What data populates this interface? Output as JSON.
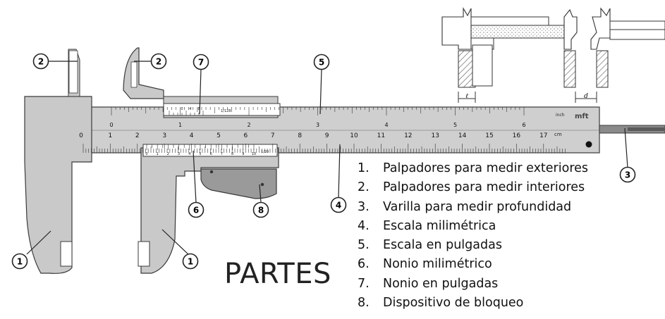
{
  "title": "PARTES",
  "parts": [
    {
      "num": "1.",
      "label": "Palpadores para medir exteriores"
    },
    {
      "num": "2.",
      "label": "Palpadores para medir interiores"
    },
    {
      "num": "3.",
      "label": "Varilla para medir profundidad"
    },
    {
      "num": "4.",
      "label": "Escala milimétrica"
    },
    {
      "num": "5.",
      "label": "Escala en pulgadas"
    },
    {
      "num": "6.",
      "label": "Nonio milimétrico"
    },
    {
      "num": "7.",
      "label": "Nonio en pulgadas"
    },
    {
      "num": "8.",
      "label": "Dispositivo de bloqueo"
    }
  ],
  "callouts": {
    "c1a": "1",
    "c1b": "1",
    "c2a": "2",
    "c2b": "2",
    "c3": "3",
    "c4": "4",
    "c5": "5",
    "c6": "6",
    "c7": "7",
    "c8": "8"
  },
  "mm_scale_labels": [
    "0",
    "1",
    "2",
    "3",
    "4",
    "5",
    "6",
    "7",
    "8",
    "9",
    "10",
    "11",
    "12",
    "13",
    "14",
    "15",
    "16",
    "17"
  ],
  "mm_unit": "cm",
  "inch_scale_labels": [
    "0",
    "1",
    "2",
    "3",
    "4",
    "5",
    "6"
  ],
  "inch_unit": "inch",
  "brand": "mft",
  "vernier_inch_labels": [
    "0",
    "4",
    "8"
  ],
  "vernier_inch_ratio": "1/128",
  "vernier_mm_labels": [
    "0",
    "1",
    "2",
    "3",
    "4",
    "5",
    "6",
    "7",
    "8",
    "9",
    "10"
  ],
  "vernier_mm_ratio": "1/20",
  "inset_labels": {
    "exterior": "ℓ",
    "interior": "d"
  },
  "colors": {
    "body": "#c9c9c9",
    "stroke": "#3a3a3a",
    "hatch": "#777777",
    "text": "#111111"
  }
}
